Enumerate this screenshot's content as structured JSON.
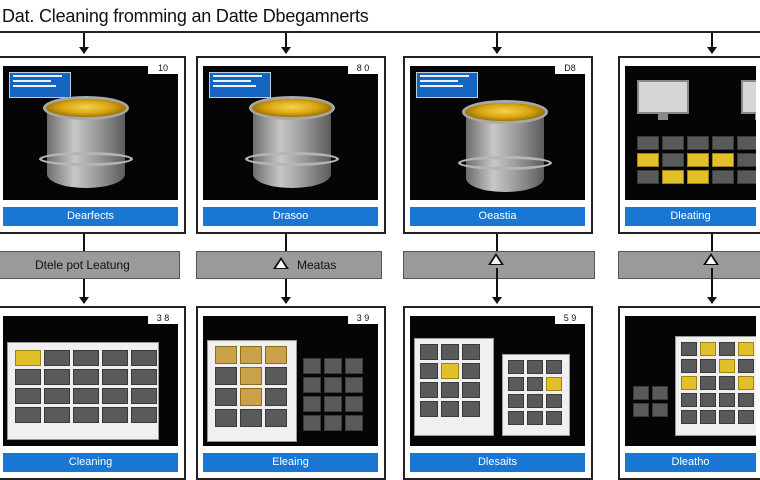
{
  "title": "Dat. Cleaning fromming an Datte  Dbegamnerts",
  "top_panels": [
    {
      "num": "10",
      "label": "Dearfects"
    },
    {
      "num": "8 0",
      "label": "Drasoo"
    },
    {
      "num": "D8",
      "label": "Oeastia"
    },
    {
      "num": "",
      "label": "Dleating"
    }
  ],
  "bottom_panels": [
    {
      "num": "3 8",
      "label": "Cleaning"
    },
    {
      "num": "3 9",
      "label": "Eleaing"
    },
    {
      "num": "5 9",
      "label": "Dlesaits"
    },
    {
      "num": "",
      "label": "Dleatho"
    }
  ],
  "bands": [
    {
      "label": "Dtele  pot Leatung"
    },
    {
      "label": "Meatas"
    },
    {
      "label": ""
    },
    {
      "label": ""
    }
  ],
  "colors": {
    "accent": "#1976d2",
    "screen": "#050505",
    "band": "#9a9a9a",
    "gold": "#e2c02a"
  }
}
